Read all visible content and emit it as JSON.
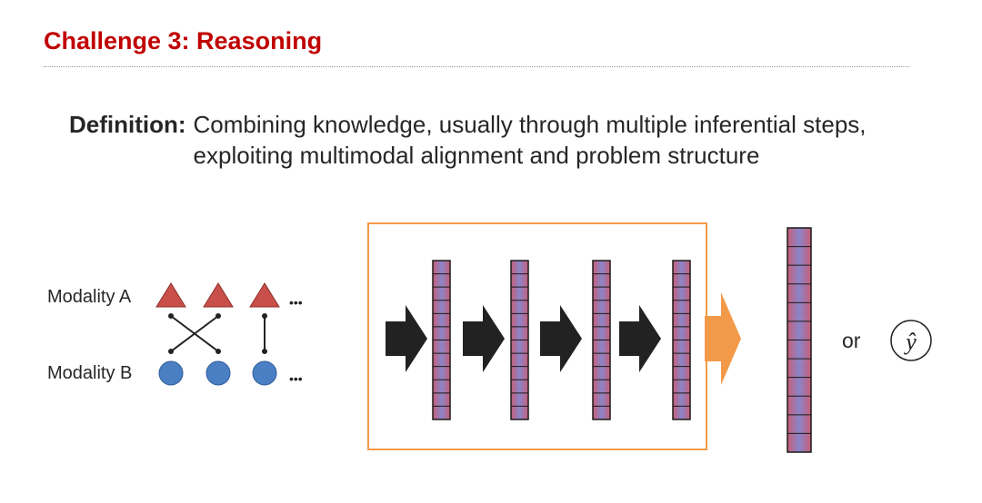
{
  "slide": {
    "title": "Challenge 3: Reasoning",
    "definition_label": "Definition:",
    "definition_line1": "Combining knowledge, usually through multiple inferential steps,",
    "definition_line2": "exploiting multimodal alignment and problem structure"
  },
  "diagram": {
    "modality_a_label": "Modality A",
    "modality_b_label": "Modality B",
    "ellipsis": "•••",
    "or_label": "or",
    "output_symbol": "ŷ",
    "colors": {
      "triangle": "#c9504a",
      "circle": "#4a7fc4",
      "box_border": "#f29a4a",
      "orange_arrow": "#f29a4a",
      "dark_arrow": "#222222",
      "vector_top": "#8a86c8",
      "vector_bottom": "#c85d78"
    }
  }
}
